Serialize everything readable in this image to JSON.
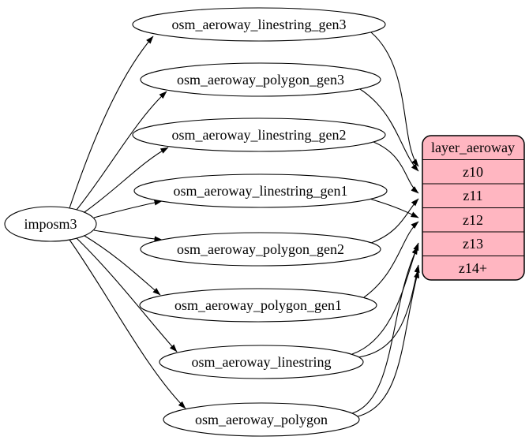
{
  "diagram": {
    "type": "graphviz-dataflow",
    "background": "#ffffff",
    "source": {
      "label": "imposm3"
    },
    "tables": [
      {
        "label": "osm_aeroway_linestring_gen3"
      },
      {
        "label": "osm_aeroway_polygon_gen3"
      },
      {
        "label": "osm_aeroway_linestring_gen2"
      },
      {
        "label": "osm_aeroway_linestring_gen1"
      },
      {
        "label": "osm_aeroway_polygon_gen2"
      },
      {
        "label": "osm_aeroway_polygon_gen1"
      },
      {
        "label": "osm_aeroway_linestring"
      },
      {
        "label": "osm_aeroway_polygon"
      }
    ],
    "layer": {
      "title": "layer_aeroway",
      "rows": [
        "z10",
        "z11",
        "z12",
        "z13",
        "z14+"
      ],
      "fill": "#ffb6c1",
      "stroke": "#000000"
    },
    "edges": {
      "from_source": [
        {
          "from": "imposm3",
          "to": "osm_aeroway_linestring_gen3"
        },
        {
          "from": "imposm3",
          "to": "osm_aeroway_polygon_gen3"
        },
        {
          "from": "imposm3",
          "to": "osm_aeroway_linestring_gen2"
        },
        {
          "from": "imposm3",
          "to": "osm_aeroway_linestring_gen1"
        },
        {
          "from": "imposm3",
          "to": "osm_aeroway_polygon_gen2"
        },
        {
          "from": "imposm3",
          "to": "osm_aeroway_polygon_gen1"
        },
        {
          "from": "imposm3",
          "to": "osm_aeroway_linestring"
        },
        {
          "from": "imposm3",
          "to": "osm_aeroway_polygon"
        }
      ],
      "to_layer": [
        {
          "from": "osm_aeroway_linestring_gen3",
          "to": "z10"
        },
        {
          "from": "osm_aeroway_polygon_gen3",
          "to": "z10"
        },
        {
          "from": "osm_aeroway_linestring_gen2",
          "to": "z11"
        },
        {
          "from": "osm_aeroway_polygon_gen2",
          "to": "z11"
        },
        {
          "from": "osm_aeroway_linestring_gen1",
          "to": "z12"
        },
        {
          "from": "osm_aeroway_polygon_gen1",
          "to": "z12"
        },
        {
          "from": "osm_aeroway_linestring",
          "to": "z13"
        },
        {
          "from": "osm_aeroway_linestring",
          "to": "z14+"
        },
        {
          "from": "osm_aeroway_polygon",
          "to": "z13"
        },
        {
          "from": "osm_aeroway_polygon",
          "to": "z14+"
        }
      ]
    }
  }
}
